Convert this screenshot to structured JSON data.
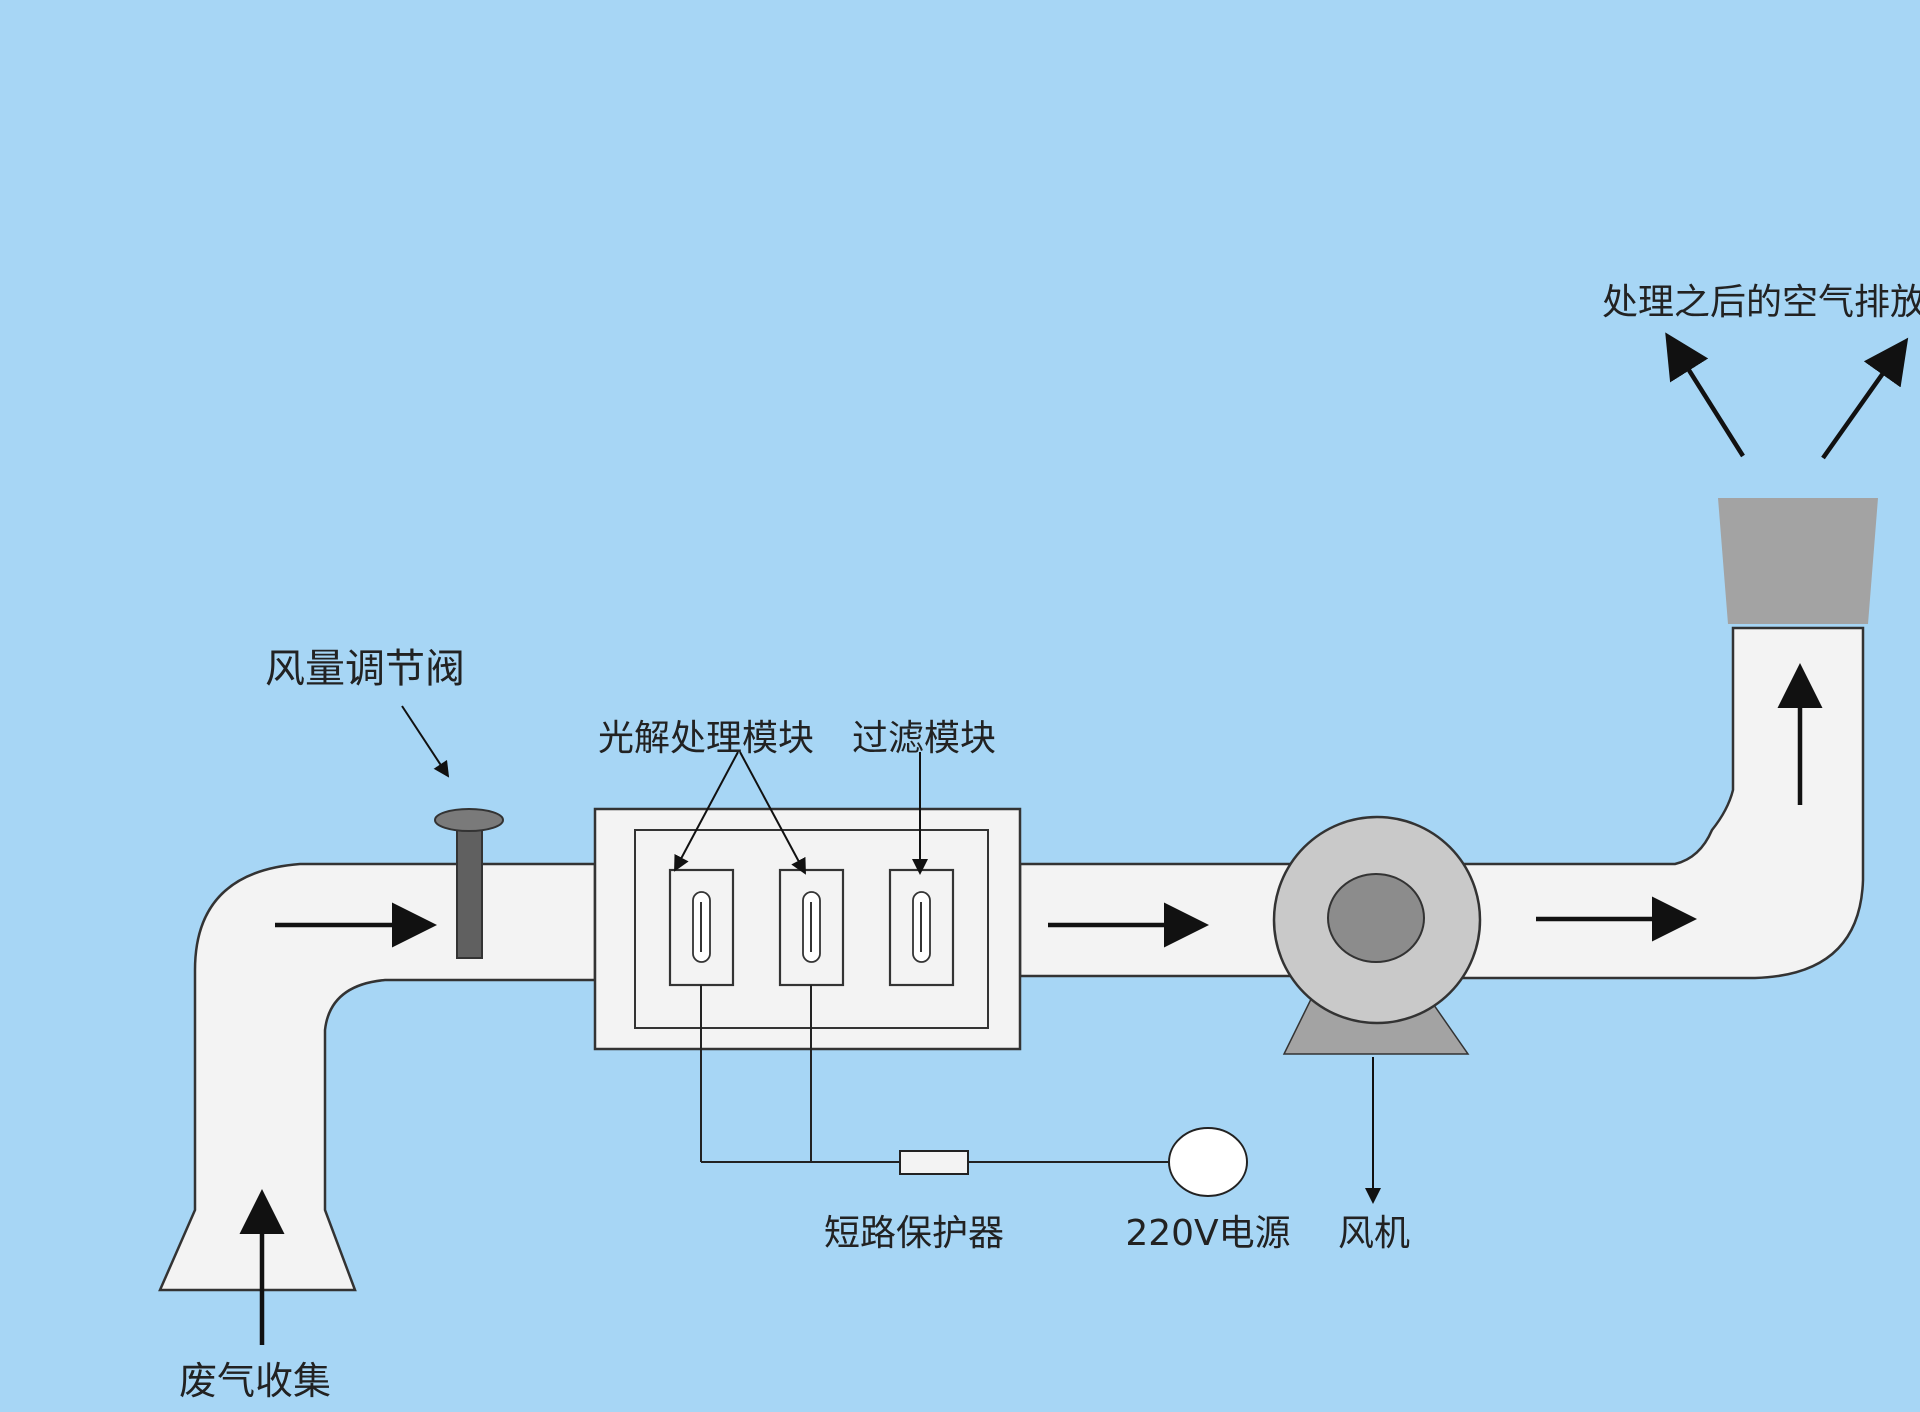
{
  "diagram": {
    "colors": {
      "background": "#a7d6f5",
      "pipe_fill": "#f3f3f3",
      "outline": "#333333",
      "gray": "#9c9c9c",
      "arrow": "#111111"
    },
    "labels": {
      "damper": "风量调节阀",
      "photolysis_module": "光解处理模块",
      "filter_module": "过滤模块",
      "short_circuit_protector": "短路保护器",
      "power_supply": "220V电源",
      "fan": "风机",
      "waste_gas_collection": "废气收集",
      "exhaust": "处理之后的空气排放"
    }
  }
}
